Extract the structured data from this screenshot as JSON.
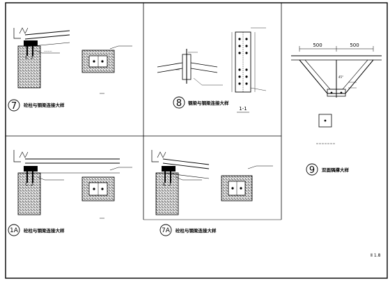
{
  "details": {
    "d7": {
      "number": "7",
      "caption": "砼柱与钢梁连接大样"
    },
    "d8": {
      "number": "8",
      "caption": "钢梁与钢梁连接大样"
    },
    "d9": {
      "number": "9",
      "caption": "双面隅撑大样"
    },
    "d1a": {
      "number": "1A",
      "caption": "砼柱与钢梁连接大样"
    },
    "d7a": {
      "number": "7A",
      "caption": "砼柱与钢梁连接大样"
    }
  },
  "section": {
    "label": "1-1"
  },
  "dims": {
    "left": "500",
    "right": "500",
    "angle": "45°"
  },
  "sheet_code": "Ⅱ 1.8"
}
